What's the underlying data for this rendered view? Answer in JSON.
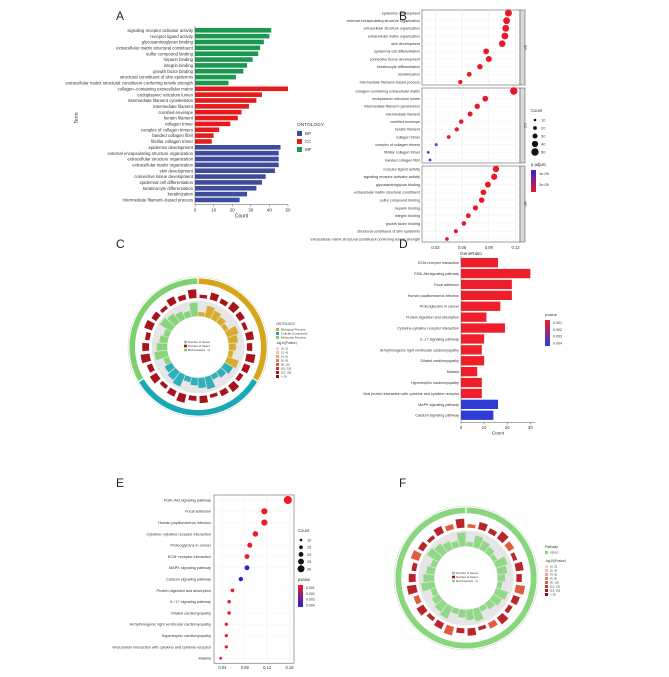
{
  "panel_labels": {
    "a": "A",
    "b": "B",
    "c": "C",
    "d": "D",
    "e": "E",
    "f": "F"
  },
  "chart_data": [
    {
      "panel": "A",
      "type": "bar",
      "orientation": "horizontal",
      "xlabel": "Count",
      "ylabel": "Term",
      "xticks": [
        0,
        10,
        20,
        30,
        40,
        50
      ],
      "xlim": [
        0,
        50
      ],
      "legend": {
        "title": "ONTOLOGY",
        "placement": "right",
        "items": [
          {
            "label": "BP",
            "color": "#3f4c9c"
          },
          {
            "label": "CC",
            "color": "#e41a1c"
          },
          {
            "label": "MF",
            "color": "#1a9850"
          }
        ]
      },
      "bars": [
        {
          "label": "signaling receptor activator activity",
          "value": 41,
          "group": "MF"
        },
        {
          "label": "receptor ligand activity",
          "value": 40,
          "group": "MF"
        },
        {
          "label": "glycosaminoglycan binding",
          "value": 37,
          "group": "MF"
        },
        {
          "label": "extracellular matrix structural constituent",
          "value": 35,
          "group": "MF"
        },
        {
          "label": "sulfur compound binding",
          "value": 34,
          "group": "MF"
        },
        {
          "label": "heparin binding",
          "value": 31,
          "group": "MF"
        },
        {
          "label": "integrin binding",
          "value": 28,
          "group": "MF"
        },
        {
          "label": "growth factor binding",
          "value": 26,
          "group": "MF"
        },
        {
          "label": "structural constituent of skin epidermis",
          "value": 22,
          "group": "MF"
        },
        {
          "label": "extracellular matrix structural constituent conferring tensile strength",
          "value": 18,
          "group": "MF"
        },
        {
          "label": "collagen−containing extracellular matrix",
          "value": 50,
          "group": "CC"
        },
        {
          "label": "endoplasmic reticulum lumen",
          "value": 36,
          "group": "CC"
        },
        {
          "label": "intermediate filament cytoskeleton",
          "value": 33,
          "group": "CC"
        },
        {
          "label": "intermediate filament",
          "value": 29,
          "group": "CC"
        },
        {
          "label": "cornified envelope",
          "value": 25,
          "group": "CC"
        },
        {
          "label": "keratin filament",
          "value": 23,
          "group": "CC"
        },
        {
          "label": "collagen trimer",
          "value": 19,
          "group": "CC"
        },
        {
          "label": "complex of collagen trimers",
          "value": 13,
          "group": "CC"
        },
        {
          "label": "banded collagen fibril",
          "value": 10,
          "group": "CC"
        },
        {
          "label": "fibrillar collagen trimer",
          "value": 9,
          "group": "CC"
        },
        {
          "label": "epidermis development",
          "value": 46,
          "group": "BP"
        },
        {
          "label": "external encapsulating structure organization",
          "value": 45,
          "group": "BP"
        },
        {
          "label": "extracellular structure organization",
          "value": 45,
          "group": "BP"
        },
        {
          "label": "extracellular matrix organization",
          "value": 45,
          "group": "BP"
        },
        {
          "label": "skin development",
          "value": 43,
          "group": "BP"
        },
        {
          "label": "connective tissue development",
          "value": 38,
          "group": "BP"
        },
        {
          "label": "epidermal cell differentiation",
          "value": 36,
          "group": "BP"
        },
        {
          "label": "keratinocyte differentiation",
          "value": 33,
          "group": "BP"
        },
        {
          "label": "keratinization",
          "value": 28,
          "group": "BP"
        },
        {
          "label": "intermediate filament−based process",
          "value": 24,
          "group": "BP"
        }
      ]
    },
    {
      "panel": "B",
      "type": "scatter",
      "xlabel": "GeneRatio",
      "xticks": [
        0.03,
        0.06,
        0.09,
        0.12
      ],
      "xlim": [
        0.015,
        0.125
      ],
      "legend": {
        "size_title": "Count",
        "size_items": [
          "10",
          "20",
          "30",
          "40",
          "50"
        ],
        "color_title": "p.adjust",
        "color_items": [
          "1e-05",
          "2e-05"
        ]
      },
      "facets": [
        {
          "strip": "BP",
          "points": [
            {
              "label": "epidermis development",
              "x": 0.112,
              "count": 46
            },
            {
              "label": "external encapsulating structure organization",
              "x": 0.11,
              "count": 45
            },
            {
              "label": "extracellular structure organization",
              "x": 0.109,
              "count": 45
            },
            {
              "label": "extracellular matrix organization",
              "x": 0.108,
              "count": 45
            },
            {
              "label": "skin development",
              "x": 0.105,
              "count": 43
            },
            {
              "label": "epidermal cell differentiation",
              "x": 0.087,
              "count": 36
            },
            {
              "label": "connective tissue development",
              "x": 0.09,
              "count": 38
            },
            {
              "label": "keratinocyte differentiation",
              "x": 0.08,
              "count": 33
            },
            {
              "label": "keratinization",
              "x": 0.068,
              "count": 28
            },
            {
              "label": "intermediate filament−based process",
              "x": 0.058,
              "count": 24
            }
          ]
        },
        {
          "strip": "CC",
          "points": [
            {
              "label": "collagen−containing extracellular matrix",
              "x": 0.118,
              "count": 50
            },
            {
              "label": "endoplasmic reticulum lumen",
              "x": 0.086,
              "count": 36
            },
            {
              "label": "intermediate filament cytoskeleton",
              "x": 0.077,
              "count": 33
            },
            {
              "label": "intermediate filament",
              "x": 0.069,
              "count": 29
            },
            {
              "label": "cornified envelope",
              "x": 0.059,
              "count": 25
            },
            {
              "label": "keratin filament",
              "x": 0.054,
              "count": 23
            },
            {
              "label": "collagen trimer",
              "x": 0.045,
              "count": 19
            },
            {
              "label": "complex of collagen trimers",
              "x": 0.031,
              "count": 13
            },
            {
              "label": "fibrillar collagen trimer",
              "x": 0.022,
              "count": 9
            },
            {
              "label": "banded collagen fibril",
              "x": 0.024,
              "count": 10
            }
          ]
        },
        {
          "strip": "MF",
          "points": [
            {
              "label": "receptor ligand activity",
              "x": 0.098,
              "count": 41
            },
            {
              "label": "signaling receptor activator activity",
              "x": 0.096,
              "count": 40
            },
            {
              "label": "glycosaminoglycan binding",
              "x": 0.089,
              "count": 37
            },
            {
              "label": "extracellular matrix structural constituent",
              "x": 0.084,
              "count": 35
            },
            {
              "label": "sulfur compound binding",
              "x": 0.082,
              "count": 34
            },
            {
              "label": "heparin binding",
              "x": 0.075,
              "count": 31
            },
            {
              "label": "integrin binding",
              "x": 0.067,
              "count": 28
            },
            {
              "label": "growth factor binding",
              "x": 0.062,
              "count": 26
            },
            {
              "label": "structural constituent of skin epidermis",
              "x": 0.053,
              "count": 22
            },
            {
              "label": "extracellular matrix structural constituent conferring tensile strength",
              "x": 0.043,
              "count": 18
            }
          ]
        }
      ]
    },
    {
      "panel": "D",
      "type": "bar",
      "orientation": "horizontal",
      "xlabel": "Count",
      "xticks": [
        0,
        10,
        20,
        30
      ],
      "xlim": [
        0,
        32
      ],
      "legend": {
        "title": "pvalue",
        "placement": "right",
        "items": [
          "0.001",
          "0.002",
          "0.003",
          "0.004"
        ]
      },
      "bars": [
        {
          "label": "ECM-receptor interaction",
          "value": 16,
          "color": "#ee1e2a"
        },
        {
          "label": "PI3K-Akt signaling pathway",
          "value": 30,
          "color": "#ee1e2a"
        },
        {
          "label": "Focal adhesion",
          "value": 22,
          "color": "#ee1e2a"
        },
        {
          "label": "Human papillomavirus infection",
          "value": 22,
          "color": "#ee1e2a"
        },
        {
          "label": "Proteoglycans in cancer",
          "value": 17,
          "color": "#ee1e2a"
        },
        {
          "label": "Protein digestion and absorption",
          "value": 11,
          "color": "#ee1e2a"
        },
        {
          "label": "Cytokine-cytokine receptor interaction",
          "value": 19,
          "color": "#ee1e2a"
        },
        {
          "label": "IL-17 signaling pathway",
          "value": 10,
          "color": "#ee1e2a"
        },
        {
          "label": "Arrhythmogenic right ventricular cardiomyopathy",
          "value": 9,
          "color": "#ee1e2a"
        },
        {
          "label": "Dilated cardiomyopathy",
          "value": 10,
          "color": "#ee1e2a"
        },
        {
          "label": "Malaria",
          "value": 7,
          "color": "#ee1e2a"
        },
        {
          "label": "Hypertrophic cardiomyopathy",
          "value": 9,
          "color": "#ee1e2a"
        },
        {
          "label": "Viral protein interaction with cytokine and cytokine receptor",
          "value": 9,
          "color": "#ee1e2a"
        },
        {
          "label": "MAPK signaling pathway",
          "value": 16,
          "color": "#2e3bd8"
        },
        {
          "label": "Calcium signaling pathway",
          "value": 14,
          "color": "#2e3bd8"
        }
      ]
    },
    {
      "panel": "E",
      "type": "scatter",
      "xlabel": "GeneRatio",
      "xticks": [
        0.04,
        0.08,
        0.12,
        0.16
      ],
      "xlim": [
        0.025,
        0.168
      ],
      "legend": {
        "size_title": "Count",
        "size_items": [
          "10",
          "15",
          "20",
          "25",
          "30"
        ],
        "color_title": "pvalue",
        "color_items": [
          "0.001",
          "0.002",
          "0.003",
          "0.004"
        ]
      },
      "points": [
        {
          "label": "PI3K−Akt signaling pathway",
          "x": 0.157,
          "count": 30,
          "color": "#ee1c25"
        },
        {
          "label": "Focal adhesion",
          "x": 0.115,
          "count": 22,
          "color": "#ee1c25"
        },
        {
          "label": "Human papillomavirus infection",
          "x": 0.115,
          "count": 22,
          "color": "#ee1c25"
        },
        {
          "label": "Cytokine−cytokine receptor interaction",
          "x": 0.099,
          "count": 19,
          "color": "#ee1c25"
        },
        {
          "label": "Proteoglycans in cancer",
          "x": 0.089,
          "count": 17,
          "color": "#ee1c25"
        },
        {
          "label": "ECM−receptor interaction",
          "x": 0.084,
          "count": 16,
          "color": "#ee1c25"
        },
        {
          "label": "MAPK signaling pathway",
          "x": 0.084,
          "count": 16,
          "color": "#2323d8"
        },
        {
          "label": "Calcium signaling pathway",
          "x": 0.073,
          "count": 14,
          "color": "#2323d8"
        },
        {
          "label": "Protein digestion and absorption",
          "x": 0.058,
          "count": 11,
          "color": "#ee1c25"
        },
        {
          "label": "IL−17 signaling pathway",
          "x": 0.052,
          "count": 10,
          "color": "#ee1c25"
        },
        {
          "label": "Dilated cardiomyopathy",
          "x": 0.052,
          "count": 10,
          "color": "#ee1c25"
        },
        {
          "label": "Arrhythmogenic right ventricular cardiomyopathy",
          "x": 0.047,
          "count": 9,
          "color": "#ee1c25"
        },
        {
          "label": "Hypertrophic cardiomyopathy",
          "x": 0.047,
          "count": 9,
          "color": "#ee1c25"
        },
        {
          "label": "Viral protein interaction with cytokine and cytokine receptor",
          "x": 0.047,
          "count": 9,
          "color": "#ee1c25"
        },
        {
          "label": "Malaria",
          "x": 0.037,
          "count": 7,
          "color": "#ee1c25"
        }
      ]
    }
  ],
  "circos_c": {
    "legend_title": "ONTOLOGY",
    "legend_items": [
      "Biological Process",
      "Cellular Component",
      "Molecular Function"
    ],
    "legend_colors": [
      "#d6a51a",
      "#19a9b4",
      "#7fd16f"
    ],
    "pvalue_title": "-log10(Pvalue)",
    "pvalue_items": [
      "(0, 2]",
      "(2, 4]",
      "(4, 6]",
      "(6, 8]",
      "(8, 10]",
      "(10, 15]",
      "(15, 20]",
      "> 20"
    ],
    "center_legend": [
      "Number of Genes",
      "Number of Select",
      "Rich Factor(0 - 1)"
    ],
    "segments": [
      {
        "color": "#d6a51a",
        "frac": 0.333
      },
      {
        "color": "#19a9b4",
        "frac": 0.333
      },
      {
        "color": "#7fd16f",
        "frac": 0.334
      }
    ]
  },
  "circos_f": {
    "legend_title": "Pathway",
    "legend_items": [
      "KEGG"
    ],
    "pvalue_title": "-log10(Pvalue)",
    "pvalue_items": [
      "(0, 2]",
      "(2, 4]",
      "(4, 6]",
      "(6, 8]",
      "(8, 10]",
      "(10, 15]",
      "(15, 20]",
      "> 20"
    ],
    "center_legend": [
      "Number of Genes",
      "Number of Select",
      "Rich Factor(0 - 1)"
    ],
    "ring_color": "#8ad67e"
  },
  "colors": {
    "bp": "#3f4c9c",
    "cc": "#e41a1c",
    "mf": "#1a9850",
    "red": "#ee1e2a",
    "blue": "#2e3bd8",
    "strip": "#d9d9d9"
  }
}
